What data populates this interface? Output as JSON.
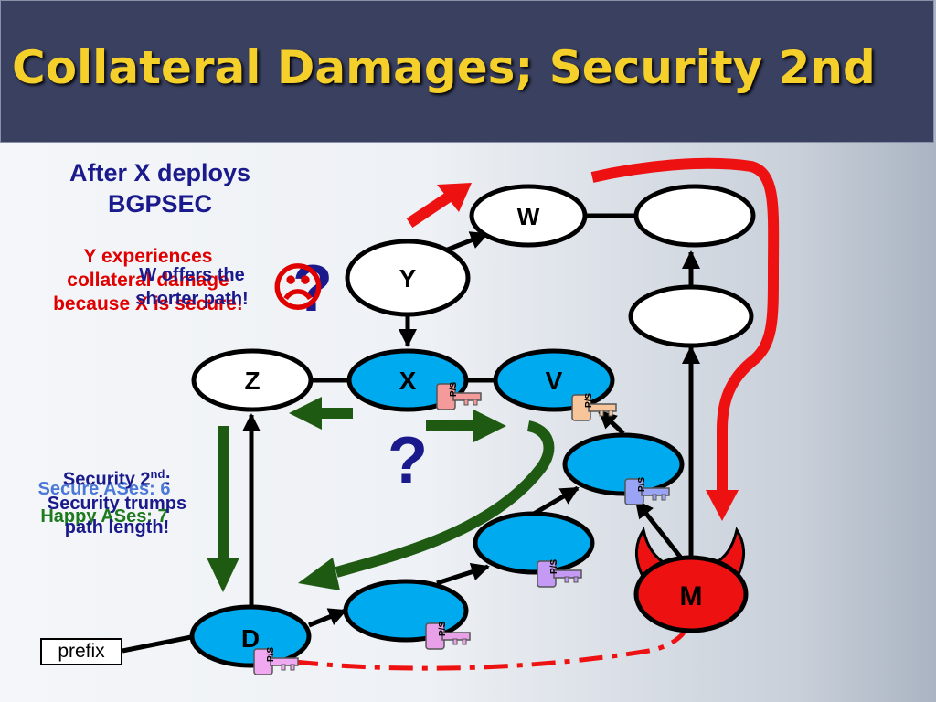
{
  "title": "Collateral Damages; Security 2nd",
  "deploy_text": [
    "After X deploys",
    "BGPSEC"
  ],
  "collateral_text": [
    "Y experiences",
    "collateral damage",
    "because X is secure!"
  ],
  "w_offers_text": [
    "W offers the",
    "shorter path!"
  ],
  "security_second": {
    "line1": "Security 2",
    "sup": "nd",
    "colon": ":",
    "line2": "Security trumps",
    "line3": "path length!"
  },
  "secure_ases": "Secure ASes: 6",
  "happy_ases": "Happy  ASes: 7",
  "prefix_label": "prefix",
  "question_mark": "?",
  "sad_face": "☹",
  "key_label": "P/S",
  "nodes": {
    "w": "W",
    "y": "Y",
    "z": "Z",
    "x": "X",
    "v": "V",
    "m": "M",
    "d": "D",
    "top_right": "",
    "mid_right": "",
    "right_lower": "",
    "center_lower": "",
    "bottom_mid": ""
  },
  "colors": {
    "title_bg": "#3a4060",
    "title_text": "#f5cf2a",
    "secure_node": "#00aaee",
    "attacker_node": "#ff0000",
    "route_red": "#ee1111",
    "route_green": "#1f5a12",
    "text_blue": "#1a1a8c",
    "text_red": "#e00000"
  },
  "icons": [
    "sad-face-icon",
    "key-icon",
    "devil-horns-icon",
    "route-arrow-icon"
  ]
}
